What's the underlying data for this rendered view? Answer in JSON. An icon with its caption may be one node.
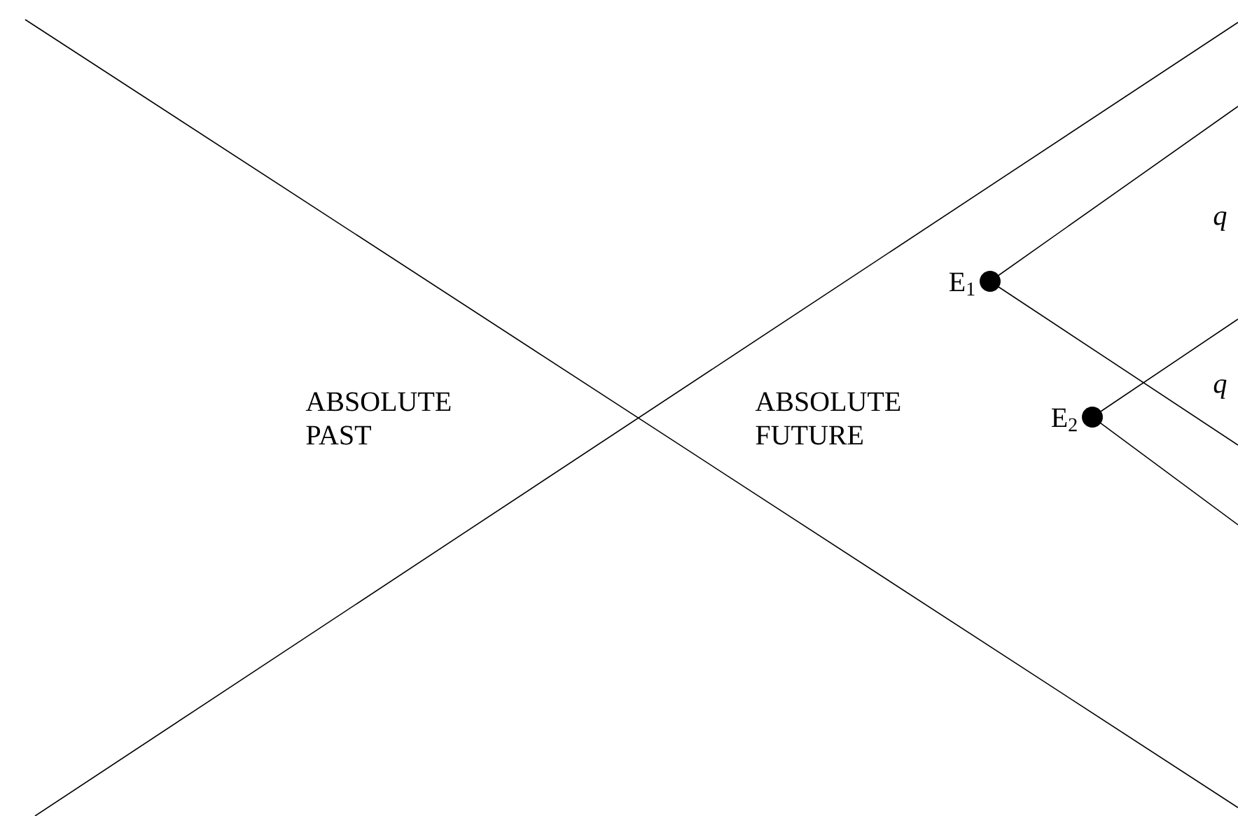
{
  "diagram": {
    "nodes": [
      {
        "text": [],
        "shape": "circle",
        "beside": [
          "E$_{1}$"
        ]
      },
      {
        "text": [],
        "shape": "circle",
        "beside": [
          "E$_{2}$"
        ]
      }
    ],
    "labels": [
      "ABSOLUTE PAST",
      "ABSOLUTE FUTURE",
      "q",
      "q"
    ]
  }
}
